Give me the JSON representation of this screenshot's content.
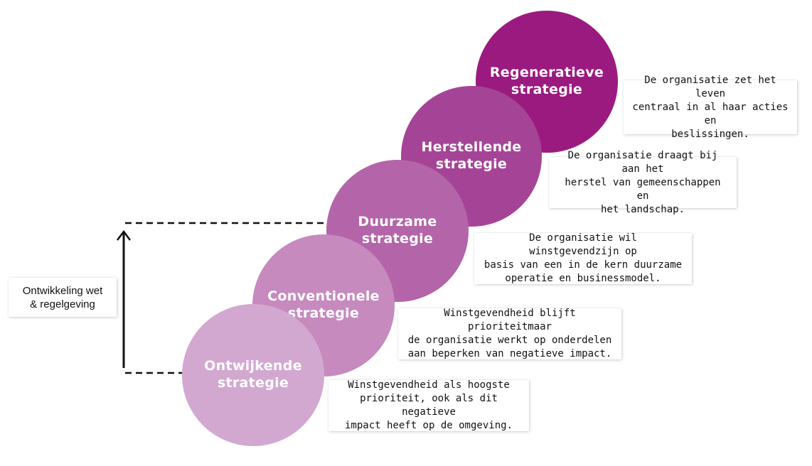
{
  "stages": [
    {
      "title": "Ontwijkende\nstrategie",
      "description": "Winstgevendheid als hoogste\nprioriteit, ook als dit negatieve\nimpact heeft op de omgeving.",
      "color": "#d3a8d0"
    },
    {
      "title": "Conventionele\nstrategie",
      "description": "Winstgevendheid blijft prioriteitmaar\nde organisatie werkt op onderdelen\naan beperken van negatieve impact.",
      "color": "#c68abf"
    },
    {
      "title": "Duurzame\nstrategie",
      "description": "De organisatie wil winstgevendzijn op\nbasis van een in de kern duurzame\noperatie en businessmodel.",
      "color": "#b465a9"
    },
    {
      "title": "Herstellende\nstrategie",
      "description": "De organisatie draagt bij aan het\nherstel van gemeenschappen en\nhet landschap.",
      "color": "#a54496"
    },
    {
      "title": "Regeneratieve\nstrategie",
      "description": "De organisatie zet het leven\ncentraal in al haar acties en\nbeslissingen.",
      "color": "#9b1a7f"
    }
  ],
  "axis": {
    "label": "Ontwikkeling wet\n& regelgeving"
  }
}
